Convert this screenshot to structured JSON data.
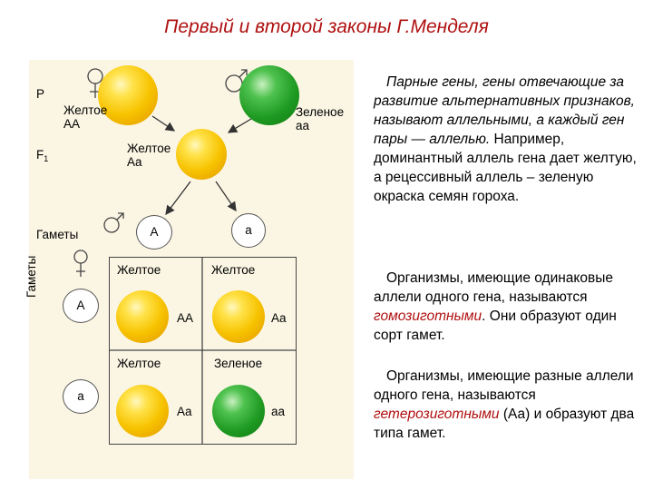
{
  "title": "Первый и второй законы Г.Менделя",
  "diagram": {
    "p_label": "P",
    "f1_label": "F",
    "f1_sub": "1",
    "gametes_label": "Гаметы",
    "gametes_vertical": "Гаметы",
    "parent_yellow": [
      "Желтое",
      "AA"
    ],
    "parent_green": [
      "Зеленое",
      "aa"
    ],
    "f1_yellow": [
      "Желтое",
      "Aa"
    ],
    "gamete_A": "A",
    "gamete_a": "a",
    "row_gamete_A": "A",
    "row_gamete_a": "a",
    "cells": [
      {
        "name": "Желтое",
        "genotype": "AA"
      },
      {
        "name": "Желтое",
        "genotype": "Aa"
      },
      {
        "name": "Желтое",
        "genotype": "Aa"
      },
      {
        "name": "Зеленое",
        "genotype": "aa"
      }
    ]
  },
  "text": {
    "p1_italic": "Парные гены, гены отвечающие за развитие альтернативных признаков, называют аллельными, а каждый ген пары — аллелью.",
    "p1_rest": " Например, доминантный аллель гена дает желтую, а рецессивный аллель – зеленую окраска семян гороха.",
    "p2_before": "Организмы, имеющие одинаковые аллели одного гена, называются ",
    "p2_term": "гомозиготными",
    "p2_after": ". Они образуют один сорт гамет.",
    "p3_before": "Организмы, имеющие разные аллели одного гена, называются ",
    "p3_term": "гетерозиготными",
    "p3_after": " (Аа) и образуют два типа гамет."
  }
}
